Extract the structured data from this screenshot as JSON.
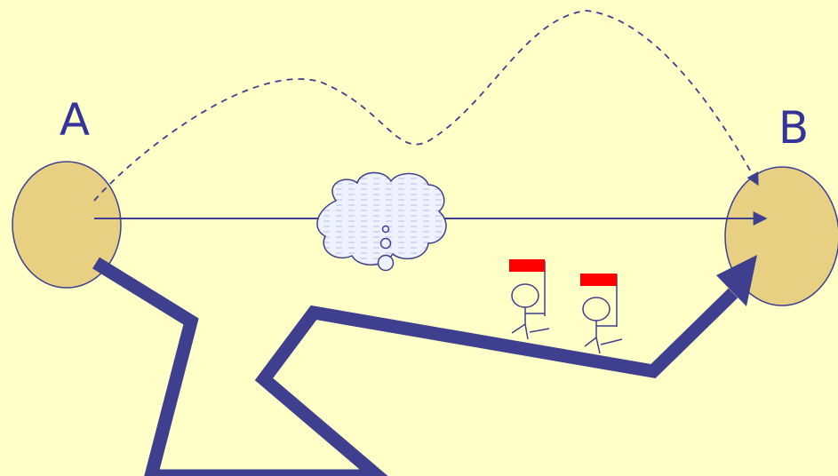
{
  "nodes": {
    "a": {
      "label": "A"
    },
    "b": {
      "label": "B"
    }
  },
  "colors": {
    "background": "#ffffc8",
    "node_fill": "#e7d081",
    "stroke": "#3f3f8f",
    "cloud_fill": "#eef2ff",
    "flag": "#ff0000"
  },
  "figures": [
    {
      "name": "stick-figure-with-flag",
      "count": 2
    }
  ],
  "icons": [
    "thought-cloud-icon",
    "flag-icon"
  ]
}
